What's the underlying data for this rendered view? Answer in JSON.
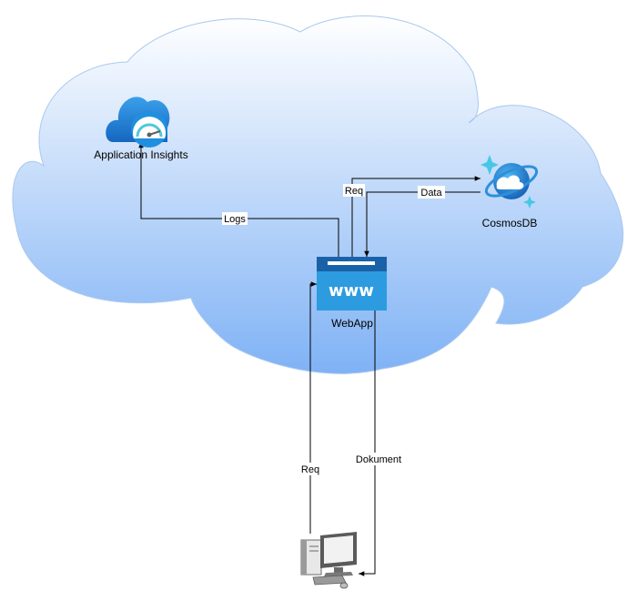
{
  "colors": {
    "cloud_top": "#ffffff",
    "cloud_bottom": "#7fb2f5",
    "azure_blue": "#1c88d8",
    "webapp_dark": "#1a62a8",
    "webapp_light": "#2d9be0",
    "edge": "#000000"
  },
  "nodes": {
    "app_insights": {
      "label": "Application Insights",
      "icon": "application-insights-icon"
    },
    "cosmos": {
      "label": "CosmosDB",
      "icon": "cosmos-db-icon"
    },
    "webapp": {
      "label": "WebApp",
      "icon": "web-app-icon",
      "icon_text": "www"
    },
    "client": {
      "icon": "desktop-computer-icon"
    }
  },
  "edges": {
    "logs": {
      "label": "Logs",
      "from": "webapp",
      "to": "app_insights"
    },
    "req_db": {
      "label": "Req",
      "from": "webapp",
      "to": "cosmos"
    },
    "data": {
      "label": "Data",
      "from": "cosmos",
      "to": "webapp"
    },
    "req_client": {
      "label": "Req",
      "from": "client",
      "to": "webapp"
    },
    "dokument": {
      "label": "Dokument",
      "from": "webapp",
      "to": "client"
    }
  }
}
